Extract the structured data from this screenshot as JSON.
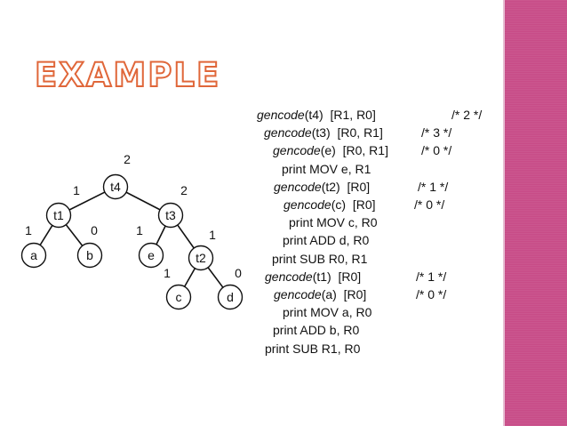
{
  "title": "EXAMPLE",
  "colors": {
    "accent": "#c74b87",
    "title_fill": "#ffffff",
    "title_stroke": "#e0673a",
    "text": "#111111"
  },
  "tree": {
    "nodes": [
      {
        "id": "t4",
        "label": "t4"
      },
      {
        "id": "t1",
        "label": "t1"
      },
      {
        "id": "t3",
        "label": "t3"
      },
      {
        "id": "a",
        "label": "a"
      },
      {
        "id": "b",
        "label": "b"
      },
      {
        "id": "e",
        "label": "e"
      },
      {
        "id": "t2",
        "label": "t2"
      },
      {
        "id": "c",
        "label": "c"
      },
      {
        "id": "d",
        "label": "d"
      }
    ],
    "edges": [
      {
        "from": "t4",
        "to": "t1"
      },
      {
        "from": "t4",
        "to": "t3"
      },
      {
        "from": "t1",
        "to": "a"
      },
      {
        "from": "t1",
        "to": "b"
      },
      {
        "from": "t3",
        "to": "e"
      },
      {
        "from": "t3",
        "to": "t2"
      },
      {
        "from": "t2",
        "to": "c"
      },
      {
        "from": "t2",
        "to": "d"
      }
    ],
    "labels": [
      {
        "node": "t4",
        "value": "2"
      },
      {
        "node": "t1",
        "value": "1"
      },
      {
        "node": "t3",
        "value": "2"
      },
      {
        "node": "a",
        "value": "1"
      },
      {
        "node": "b",
        "value": "0"
      },
      {
        "node": "e",
        "value": "1"
      },
      {
        "node": "t2",
        "value": "1"
      },
      {
        "node": "c",
        "value": "1"
      },
      {
        "node": "d",
        "value": "0"
      }
    ]
  },
  "code": [
    {
      "keyword": "gencode",
      "text": "(t4)  [R1, R0]",
      "comment": "/* 2 */"
    },
    {
      "keyword": "gencode",
      "text": "(t3)  [R0, R1]",
      "comment": "/* 3 */"
    },
    {
      "keyword": "gencode",
      "text": "(e)  [R0, R1]",
      "comment": "/* 0 */"
    },
    {
      "keyword": "print",
      "text": " MOV e, R1",
      "comment": ""
    },
    {
      "keyword": "gencode",
      "text": "(t2)  [R0]",
      "comment": "/* 1 */"
    },
    {
      "keyword": "gencode",
      "text": "(c)  [R0]",
      "comment": "/* 0 */"
    },
    {
      "keyword": "print",
      "text": " MOV c, R0",
      "comment": ""
    },
    {
      "keyword": "print",
      "text": " ADD d, R0",
      "comment": ""
    },
    {
      "keyword": "print",
      "text": " SUB R0, R1",
      "comment": ""
    },
    {
      "keyword": "gencode",
      "text": "(t1)  [R0]",
      "comment": "/* 1 */"
    },
    {
      "keyword": "gencode",
      "text": "(a)  [R0]",
      "comment": "/* 0 */"
    },
    {
      "keyword": "print",
      "text": " MOV a, R0",
      "comment": ""
    },
    {
      "keyword": "print",
      "text": " ADD b, R0",
      "comment": ""
    },
    {
      "keyword": "print",
      "text": " SUB R1, R0",
      "comment": ""
    }
  ]
}
